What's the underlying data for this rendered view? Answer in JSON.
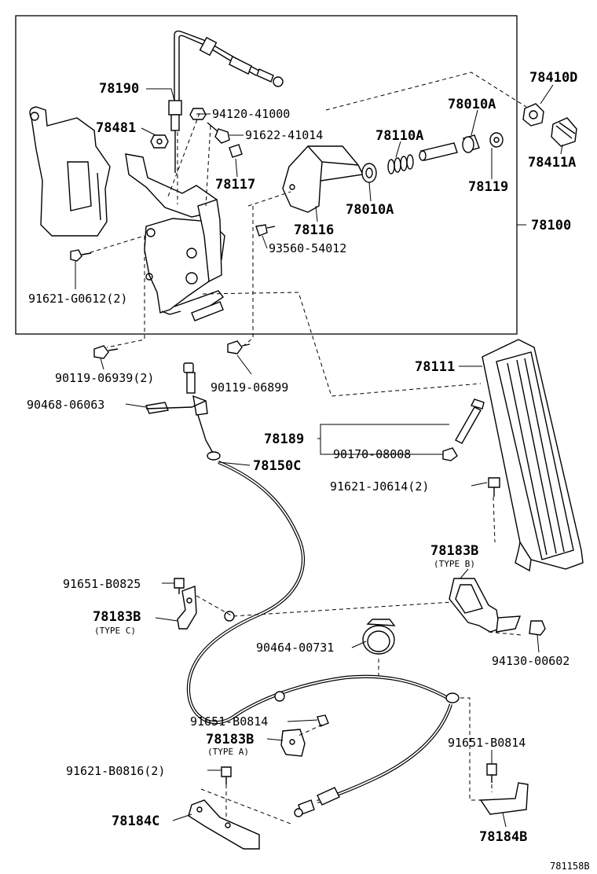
{
  "labels": {
    "p78190": "78190",
    "p94120": "94120-41000",
    "p78481": "78481",
    "p91622": "91622-41014",
    "p78117": "78117",
    "p78110A": "78110A",
    "p78010A_top": "78010A",
    "p78410D": "78410D",
    "p78411A": "78411A",
    "p78119": "78119",
    "p78010A_bot": "78010A",
    "p78116": "78116",
    "p78100": "78100",
    "p93560": "93560-54012",
    "p91621G": "91621-G0612(2)",
    "p90119a": "90119-06939(2)",
    "p90119b": "90119-06899",
    "p90468": "90468-06063",
    "p78111": "78111",
    "p78189": "78189",
    "p90170": "90170-08008",
    "p78150C": "78150C",
    "p91621J": "91621-J0614(2)",
    "p78183B_b": "78183B",
    "type_b": "(TYPE B)",
    "p91651_b0825": "91651-B0825",
    "p78183B_c": "78183B",
    "type_c": "(TYPE C)",
    "p90464": "90464-00731",
    "p94130": "94130-00602",
    "p91651_b0814a": "91651-B0814",
    "p78183B_a": "78183B",
    "type_a": "(TYPE A)",
    "p91651_b0814b": "91651-B0814",
    "p91621B": "91621-B0816(2)",
    "p78184C": "78184C",
    "p78184B": "78184B",
    "ref_code": "781158B"
  }
}
